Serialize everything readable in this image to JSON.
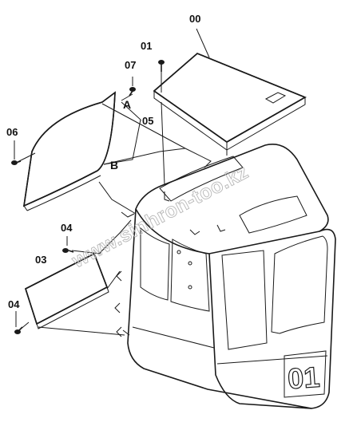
{
  "callouts": {
    "c00": "00",
    "c01": "01",
    "c07": "07",
    "c05": "05",
    "c06": "06",
    "c04a": "04",
    "c03": "03",
    "c04b": "04"
  },
  "refs": {
    "a": "A",
    "b": "B"
  },
  "watermark": "www.sinhron-too.kz",
  "cab_number": "01"
}
